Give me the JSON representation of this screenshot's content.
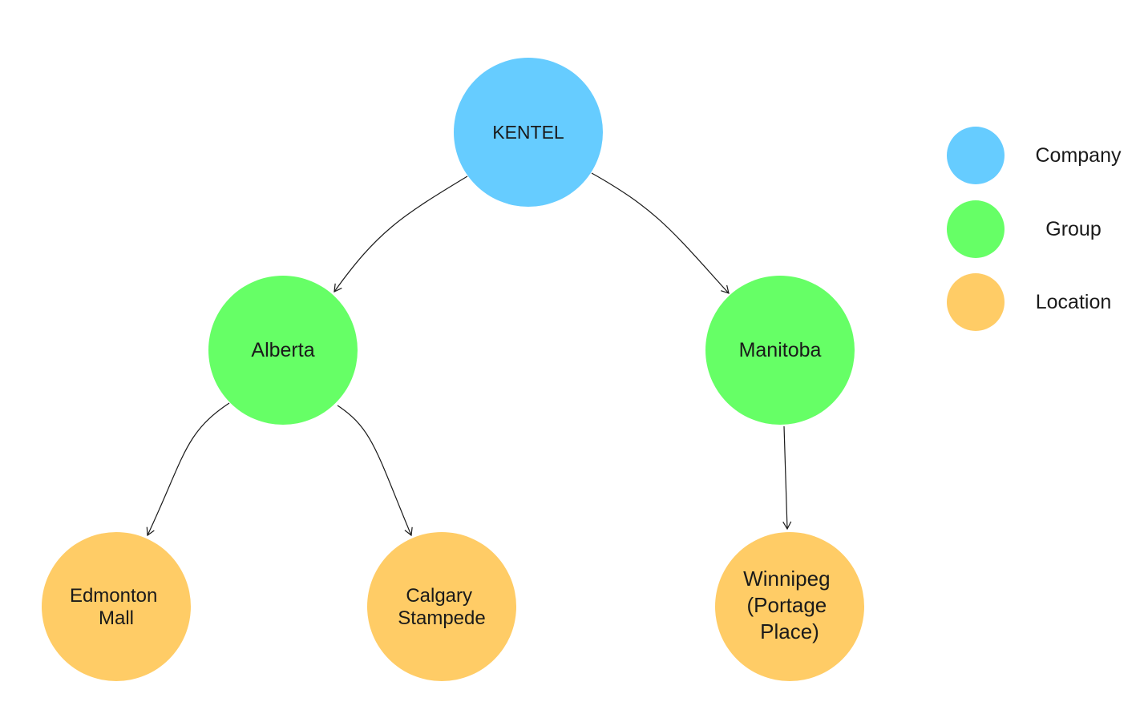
{
  "colors": {
    "company": "#66ccff",
    "group": "#66ff66",
    "location": "#ffcc66"
  },
  "nodes": {
    "kentel": {
      "lines": [
        "KENTEL"
      ],
      "category": "company"
    },
    "alberta": {
      "lines": [
        "Alberta"
      ],
      "category": "group"
    },
    "manitoba": {
      "lines": [
        "Manitoba"
      ],
      "category": "group"
    },
    "edmonton": {
      "lines": [
        "Edmonton",
        "Mall"
      ],
      "category": "location"
    },
    "calgary": {
      "lines": [
        "Calgary",
        "Stampede"
      ],
      "category": "location"
    },
    "winnipeg": {
      "lines": [
        "Winnipeg",
        "(Portage",
        "Place)"
      ],
      "category": "location"
    }
  },
  "edges": [
    {
      "from": "kentel",
      "to": "alberta"
    },
    {
      "from": "kentel",
      "to": "manitoba"
    },
    {
      "from": "alberta",
      "to": "edmonton"
    },
    {
      "from": "alberta",
      "to": "calgary"
    },
    {
      "from": "manitoba",
      "to": "winnipeg"
    }
  ],
  "legend": {
    "company": "Company",
    "group": "Group",
    "location": "Location"
  }
}
